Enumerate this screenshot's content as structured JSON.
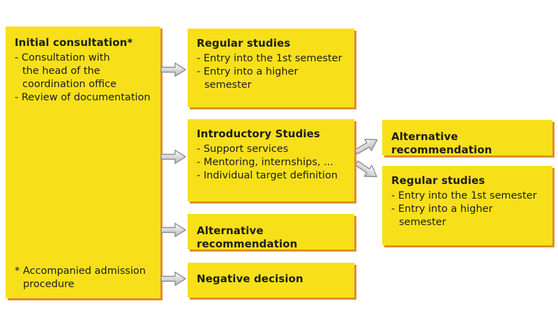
{
  "style": {
    "background": "#ffffff",
    "box_fill": "#f7e01a",
    "box_shadow": "#dc9026",
    "text_color": "#1d1d1b",
    "arrow_fill_top": "#ffffff",
    "arrow_fill_bottom": "#b9b9b9",
    "arrow_stroke": "#8d8d8d"
  },
  "boxes": [
    {
      "id": "initial-consultation",
      "title": "Initial consultation*",
      "items": [
        "- Consultation with\nthe head of the\ncoordination office",
        "- Review of documentation"
      ],
      "footnote": "* Accompanied admission\nprocedure"
    },
    {
      "id": "regular-studies-top",
      "title": "Regular studies",
      "items": [
        "- Entry into the 1st semester",
        "- Entry into a higher\nsemester"
      ]
    },
    {
      "id": "introductory-studies",
      "title": "Introductory Studies",
      "items": [
        "- Support services",
        "- Mentoring, internships, ...",
        "- Individual target definition"
      ]
    },
    {
      "id": "alternative-recommendation-mid",
      "title": "Alternative recommendation",
      "items": []
    },
    {
      "id": "negative-decision",
      "title": "Negative decision",
      "items": []
    },
    {
      "id": "alternative-recommendation-right",
      "title": "Alternative recommendation",
      "items": []
    },
    {
      "id": "regular-studies-right",
      "title": "Regular studies",
      "items": [
        "- Entry into the 1st semester",
        "- Entry into a higher\nsemester"
      ]
    }
  ],
  "arrows": [
    {
      "name": "initial-to-regular-studies",
      "direction": "right"
    },
    {
      "name": "initial-to-introductory-studies",
      "direction": "right"
    },
    {
      "name": "initial-to-alternative-recommendation",
      "direction": "right"
    },
    {
      "name": "initial-to-negative-decision",
      "direction": "right"
    },
    {
      "name": "introductory-to-alternative-recommendation",
      "direction": "up-right"
    },
    {
      "name": "introductory-to-regular-studies",
      "direction": "down-right"
    }
  ]
}
